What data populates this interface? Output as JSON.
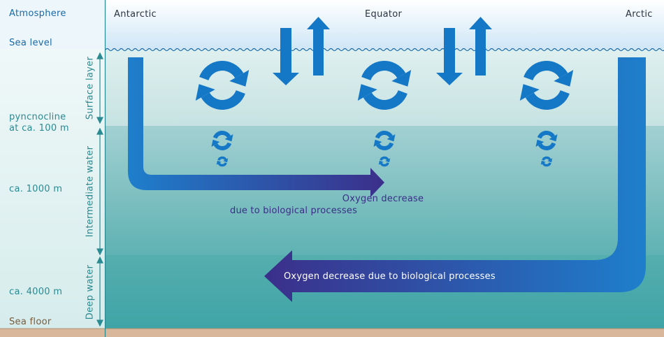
{
  "left_panel": {
    "atmosphere": "Atmosphere",
    "sea_level": "Sea level",
    "pycnocline_line1": "pyncnocline",
    "pycnocline_line2": "at ca. 100 m",
    "depth_1000": "ca. 1000 m",
    "depth_4000": "ca. 4000 m",
    "sea_floor": "Sea floor"
  },
  "layers": {
    "surface": "Surface layer",
    "intermediate": "Intermediate water",
    "deep": "Deep water"
  },
  "locations": {
    "antarctic": "Antarctic",
    "equator": "Equator",
    "arctic": "Arctic"
  },
  "arrows": {
    "intermediate_line1": "Oxygen decrease",
    "intermediate_line2": "due to biological processes",
    "deep": "Oxygen decrease due to biological processes"
  },
  "colors": {
    "flow_blue": "#1578c7",
    "oxygen_purple": "#3b2f8a",
    "sea_floor": "#d9b79a",
    "atmosphere": "#e6f3fb"
  }
}
